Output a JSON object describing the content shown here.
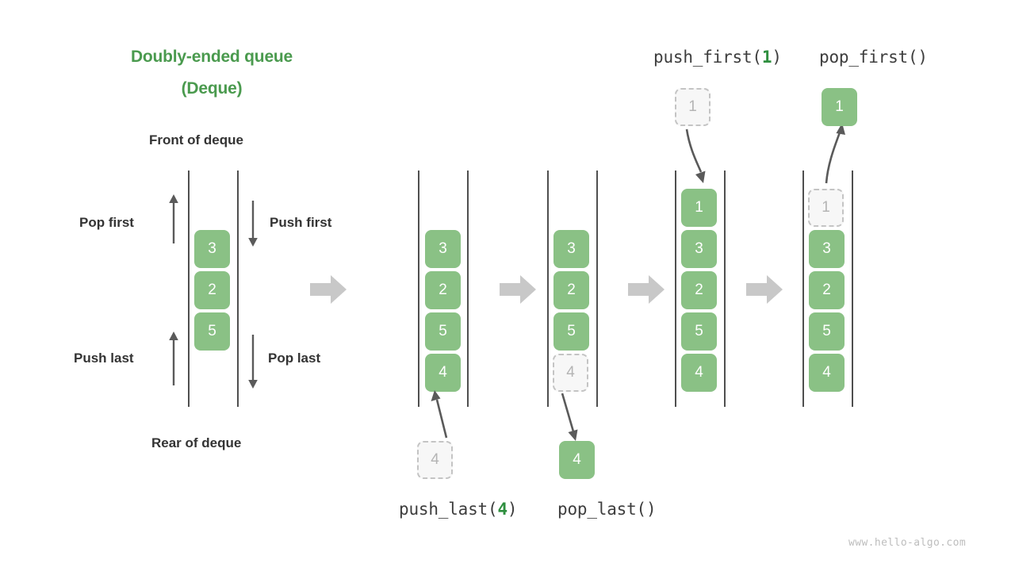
{
  "title": {
    "line1": "Doubly-ended queue",
    "line2": "(Deque)"
  },
  "labels": {
    "front": "Front of deque",
    "rear": "Rear of deque",
    "pop_first": "Pop first",
    "push_first": "Push first",
    "push_last": "Push last",
    "pop_last": "Pop last"
  },
  "operations": {
    "push_last": {
      "name": "push_last(",
      "arg": "4",
      "close": ")"
    },
    "pop_last": {
      "full": "pop_last()"
    },
    "push_first": {
      "name": "push_first(",
      "arg": "1",
      "close": ")"
    },
    "pop_first": {
      "full": "pop_first()"
    }
  },
  "colors": {
    "accent_green": "#8ac185",
    "title_green": "#4a9a4e",
    "arg_green": "#2f8f3f",
    "block_arrow_gray": "#c8c8c8",
    "ghost_fill": "#f7f7f7",
    "ghost_border": "#c4c4c4",
    "ghost_text": "#b4b4b4",
    "rail": "#4f4f4f",
    "text_dark": "#333333",
    "watermark": "#bdbdbd"
  },
  "deques": [
    {
      "id": "deque-initial",
      "items": [
        "3",
        "2",
        "5"
      ],
      "ghost_index": -1
    },
    {
      "id": "deque-after-push-last",
      "items": [
        "3",
        "2",
        "5",
        "4"
      ],
      "ghost_index": -1
    },
    {
      "id": "deque-before-pop-last",
      "items": [
        "3",
        "2",
        "5",
        "4"
      ],
      "ghost_index": 3
    },
    {
      "id": "deque-after-push-first",
      "items": [
        "1",
        "3",
        "2",
        "5",
        "4"
      ],
      "ghost_index": -1
    },
    {
      "id": "deque-before-pop-first",
      "items": [
        "1",
        "3",
        "2",
        "5",
        "4"
      ],
      "ghost_index": 0
    }
  ],
  "floating_boxes": {
    "push_last_in": "4",
    "pop_last_out": "4",
    "push_first_in": "1",
    "pop_first_out": "1"
  },
  "watermark": "www.hello-algo.com"
}
